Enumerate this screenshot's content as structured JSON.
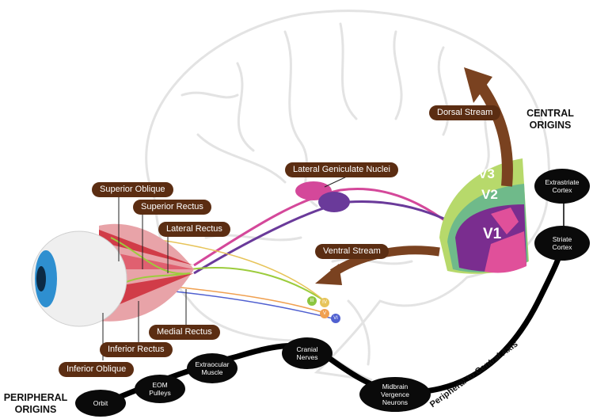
{
  "headings": {
    "central": "CENTRAL\nORIGINS",
    "peripheral": "PERIPHERAL\nORIGINS"
  },
  "muscles": {
    "superior_oblique": "Superior Oblique",
    "superior_rectus": "Superior Rectus",
    "lateral_rectus": "Lateral Rectus",
    "medial_rectus": "Medial Rectus",
    "inferior_rectus": "Inferior Rectus",
    "inferior_oblique": "Inferior Oblique"
  },
  "pathway": {
    "lgn": "Lateral Geniculate Nuclei",
    "dorsal": "Dorsal Stream",
    "ventral": "Ventral Stream"
  },
  "cortex": {
    "v1": "V1",
    "v2": "V2",
    "v3": "V3"
  },
  "cranial_nuclei": [
    "III",
    "IV",
    "V",
    "VI"
  ],
  "axis": {
    "label": "Peripheral to Central Axis",
    "nodes": {
      "orbit": "Orbit",
      "eom_pulleys": "EOM\nPulleys",
      "extraocular": "Extraocular\nMuscle",
      "cranial_nerves": "Cranial\nNerves",
      "midbrain": "Midbrain\nVergence\nNeurons",
      "striate": "Striate\nCortex",
      "extrastriate": "Extrastriate\nCortex"
    }
  },
  "colors": {
    "label_bg": "#5b2d12",
    "v1": "#7a2d8f",
    "v1_stripe": "#e0509a",
    "v2": "#6fba8a",
    "v3": "#b7d96b",
    "magenta_path": "#d4489a",
    "purple_path": "#6a3a9a"
  }
}
